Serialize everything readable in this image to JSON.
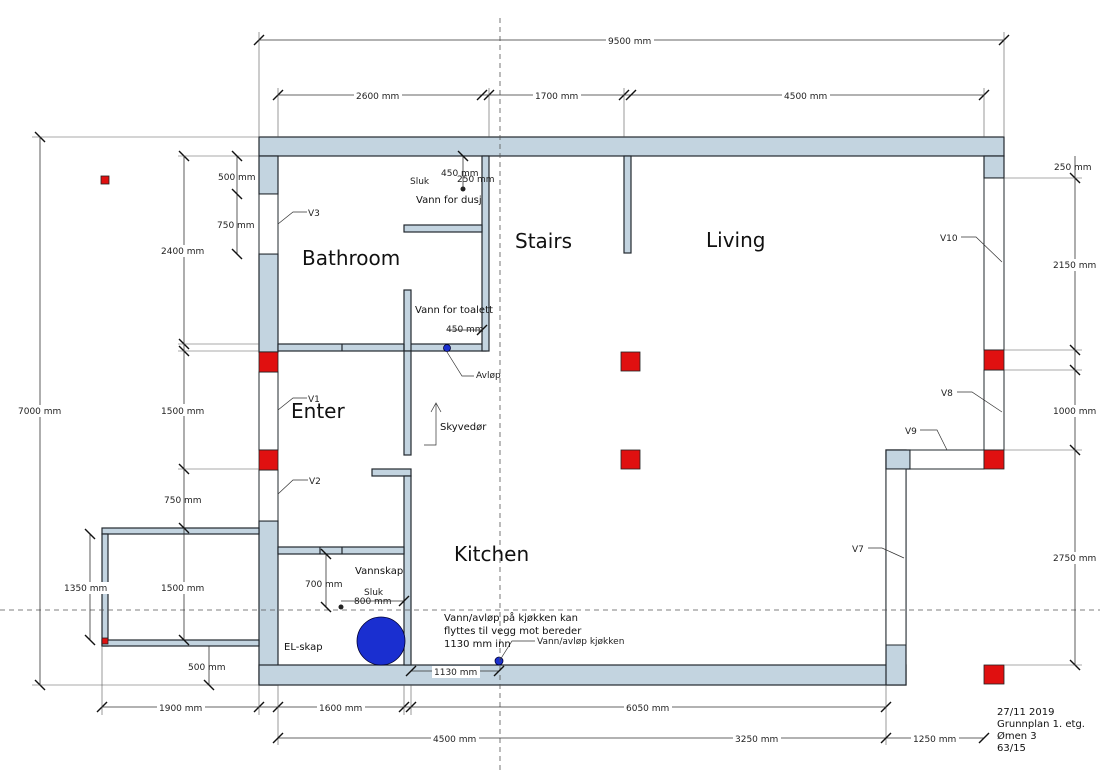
{
  "rooms": {
    "bathroom": "Bathroom",
    "stairs": "Stairs",
    "living": "Living",
    "enter": "Enter",
    "kitchen": "Kitchen"
  },
  "dimensions": {
    "total_width": "9500 mm",
    "bath_width": "2600 mm",
    "stairs_width": "1700 mm",
    "living_width": "4500 mm",
    "total_height": "7000 mm",
    "left_500": "500 mm",
    "left_750_v3": "750 mm",
    "left_2400": "2400 mm",
    "left_1500_enter": "1500 mm",
    "left_750_v2": "750 mm",
    "porch_1350": "1350 mm",
    "porch_1500": "1500 mm",
    "porch_500": "500 mm",
    "right_250": "250 mm",
    "right_2150": "2150 mm",
    "right_1000": "1000 mm",
    "right_2750": "2750 mm",
    "bottom_1900": "1900 mm",
    "bottom_1600": "1600 mm",
    "bottom_6050": "6050 mm",
    "bottom_4500": "4500 mm",
    "bottom_3250": "3250 mm",
    "bottom_1250": "1250 mm",
    "inner_1130": "1130 mm",
    "inner_700": "700 mm",
    "inner_800": "800 mm",
    "inner_450_shower": "450 mm",
    "inner_250_shower": "250 mm",
    "inner_450_toilet": "450 mm"
  },
  "windows": {
    "v1": "V1",
    "v2": "V2",
    "v3": "V3",
    "v7": "V7",
    "v8": "V8",
    "v9": "V9",
    "v10": "V10"
  },
  "notes": {
    "sluk_bath": "Sluk",
    "vann_dusj": "Vann for dusj",
    "vann_toalett": "Vann for toalett",
    "avlop": "Avløp",
    "skyvedor": "Skyvedør",
    "vannskap": "Vannskap",
    "sluk_vannskap": "Sluk",
    "el_skap": "EL-skap",
    "kitchen_note_1": "Vann/avløp på kjøkken kan",
    "kitchen_note_2": "flyttes til vegg mot bereder",
    "kitchen_note_3": "1130 mm inn",
    "vann_avlop_kjokken": "Vann/avløp kjøkken"
  },
  "title_block": {
    "date": "27/11 2019",
    "title": "Grunnplan 1. etg.",
    "site": "Ømen 3",
    "ref": "63/15"
  },
  "colors": {
    "wall": "#c3d4e0",
    "post": "#e01010",
    "pipe": "#1a2fd0"
  }
}
